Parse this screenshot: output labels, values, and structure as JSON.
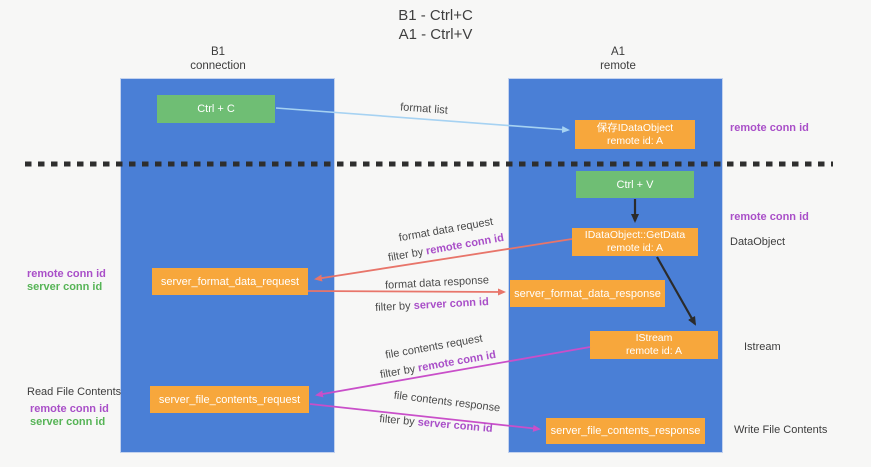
{
  "colors": {
    "column_blue": "#4a7fd6",
    "box_green": "#6fbe74",
    "box_orange": "#f7a73c",
    "arrow_blue": "#a6d2f2",
    "arrow_red": "#e8756a",
    "arrow_magenta": "#c94fc9",
    "text_purple": "#a94fc8",
    "text_green": "#56b456",
    "text_dark": "#3d3d3d",
    "bg": "#f7f7f6"
  },
  "title": {
    "line1": "B1 - Ctrl+C",
    "line2": "A1 - Ctrl+V"
  },
  "columns": {
    "left": {
      "name": "B1",
      "role": "connection"
    },
    "right": {
      "name": "A1",
      "role": "remote"
    }
  },
  "nodes": {
    "ctrl_c": {
      "label": "Ctrl + C"
    },
    "ctrl_v": {
      "label": "Ctrl + V"
    },
    "saved_dataobject": {
      "line1": "保存IDataObject",
      "line2": "remote id: A"
    },
    "getdata": {
      "line1": "IDataObject::GetData",
      "line2": "remote id: A"
    },
    "istream": {
      "line1": "IStream",
      "line2": "remote id: A"
    },
    "server_format_data_request": {
      "label": "server_format_data_request"
    },
    "server_format_data_response": {
      "label": "server_format_data_response"
    },
    "server_file_contents_request": {
      "label": "server_file_contents_request"
    },
    "server_file_contents_response": {
      "label": "server_file_contents_response"
    }
  },
  "arrow_labels": {
    "format_list": "format list",
    "format_data_request": "format data request",
    "format_data_response": "format data response",
    "file_contents_request": "file contents request",
    "file_contents_response": "file contents response",
    "filter_prefix": "filter by ",
    "remote_conn_id": "remote conn id",
    "server_conn_id": "server conn id"
  },
  "side_labels": {
    "right_remote_1": "remote conn id",
    "right_remote_2": "remote conn id",
    "dataobject": "DataObject",
    "istream": "Istream",
    "write_file": "Write File Contents",
    "left_remote_mid": "remote conn id",
    "left_server_mid": "server conn id",
    "read_file": "Read File Contents",
    "left_remote_bottom": "remote conn id",
    "left_server_bottom": "server conn id"
  }
}
